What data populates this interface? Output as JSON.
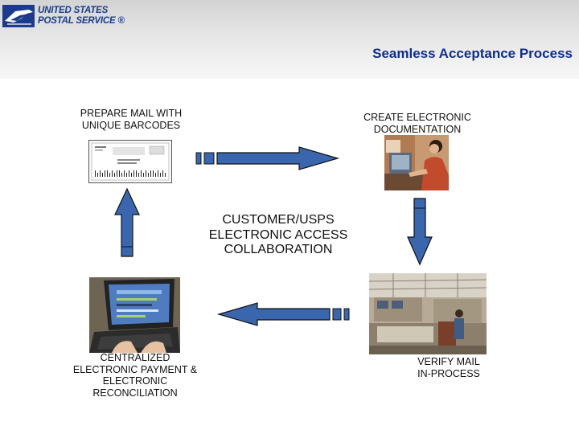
{
  "brand": {
    "line1": "UNITED STATES",
    "line2": "POSTAL SERVICE ®"
  },
  "header": {
    "title": "Seamless Acceptance Process"
  },
  "steps": {
    "prepare": "PREPARE MAIL WITH\nUNIQUE BARCODES",
    "create": "CREATE ELECTRONIC\nDOCUMENTATION",
    "center": "CUSTOMER/USPS\nELECTRONIC ACCESS\nCOLLABORATION",
    "payment": "CENTRALIZED\nELECTRONIC PAYMENT &\nELECTRONIC\nRECONCILIATION",
    "verify": "VERIFY MAIL\nIN-PROCESS"
  },
  "colors": {
    "arrow_fill": "#3a66ae",
    "arrow_stroke": "#111111",
    "brand_blue": "#1b3c8c"
  },
  "icons": [
    "eagle-logo-icon",
    "arrow-right-icon",
    "arrow-down-icon",
    "arrow-left-icon",
    "arrow-up-icon"
  ]
}
